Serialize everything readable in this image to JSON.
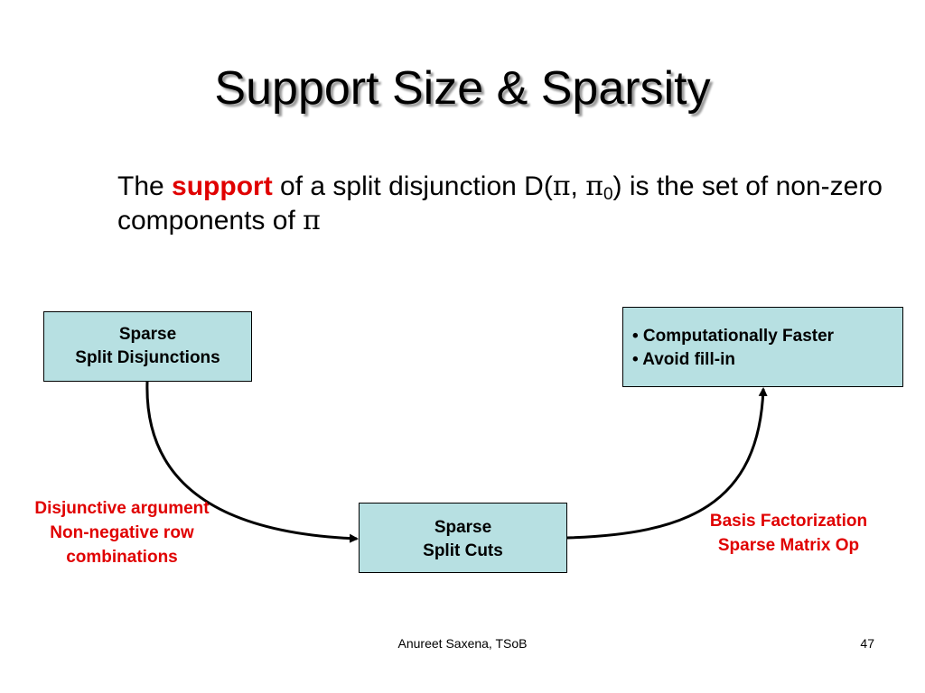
{
  "slide": {
    "title": "Support Size & Sparsity"
  },
  "definition": {
    "part1": "The ",
    "highlight": "support",
    "part2": " of a split disjunction D(",
    "pi": "π",
    "comma": ", ",
    "pi0": "π",
    "subscript": "0",
    "part3": ") is the set of non-zero components of ",
    "pi_end": "π"
  },
  "diagram": {
    "box_sparse_disjunctions": {
      "line1": "Sparse",
      "line2": "Split Disjunctions"
    },
    "box_benefits": {
      "item1": "• Computationally Faster",
      "item2": "• Avoid fill-in"
    },
    "box_split_cuts": {
      "line1": "Sparse",
      "line2": "Split Cuts"
    },
    "label_left": {
      "line1": "Disjunctive argument",
      "line2": "Non-negative row",
      "line3": "combinations"
    },
    "label_right": {
      "line1": "Basis Factorization",
      "line2": "Sparse Matrix Op"
    }
  },
  "footer": {
    "author": "Anureet Saxena, TSoB",
    "page_number": "47"
  },
  "colors": {
    "box_fill": "#b7e0e2",
    "highlight_red": "#e00000",
    "title_shadow": "#9a9a9a"
  }
}
